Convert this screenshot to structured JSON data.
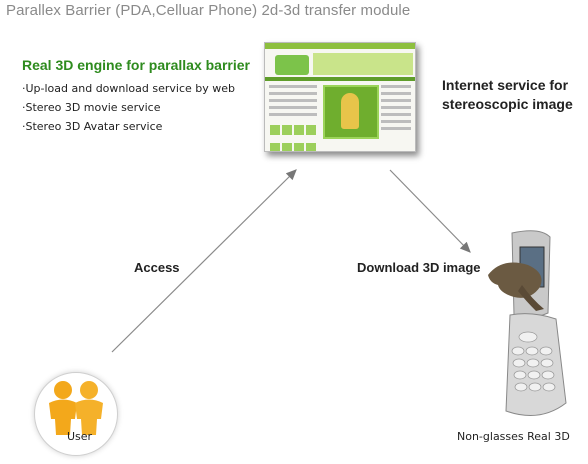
{
  "header": {
    "title": "Parallex Barrier (PDA,Celluar Phone) 2d-3d transfer module"
  },
  "engine": {
    "title": "Real 3D engine for parallax barrier",
    "bullets": [
      "·Up-load and download service by web",
      "·Stereo 3D movie service",
      "·Stereo 3D Avatar service"
    ]
  },
  "internet": {
    "line1": "Internet service for",
    "line2": "stereoscopic image"
  },
  "flows": {
    "access": "Access",
    "download": "Download 3D image"
  },
  "nodes": {
    "user": "User",
    "phone": "Non-glasses Real 3D"
  },
  "colors": {
    "title_gray": "#8a8a8a",
    "engine_green": "#2e8b1e",
    "arrow_gray": "#777777",
    "user_orange": "#f3a81b"
  },
  "icons": {
    "user": "user-pair-icon",
    "phone": "flip-phone-icon",
    "website": "website-screenshot-icon"
  }
}
